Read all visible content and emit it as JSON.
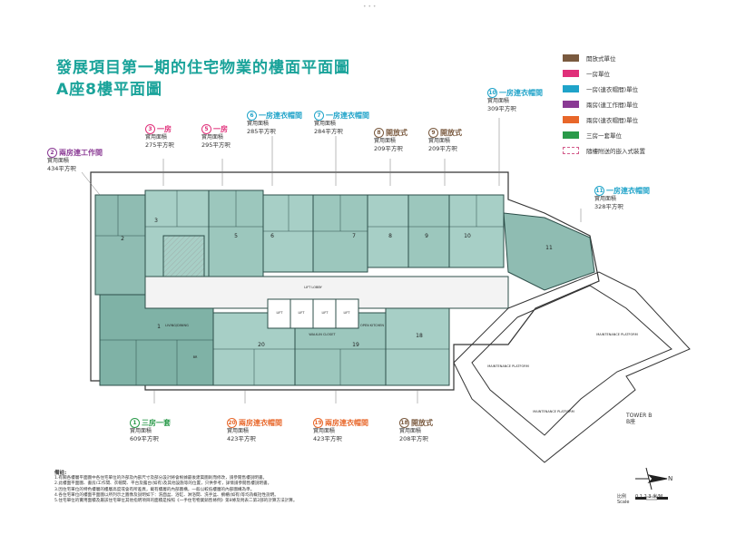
{
  "header": {
    "dots": "• • •",
    "title_line1": "發展項目第一期的住宅物業的樓面平面圖",
    "title_line2": "A座8樓平面圖"
  },
  "legend": {
    "items": [
      {
        "color": "#7a5a3f",
        "label": "開放式單位"
      },
      {
        "color": "#e0307a",
        "label": "一房單位"
      },
      {
        "color": "#1fa3c9",
        "label": "一房(連衣帽間)單位"
      },
      {
        "color": "#8a3a94",
        "label": "兩房(連工作間)單位"
      },
      {
        "color": "#e8672a",
        "label": "兩房(連衣帽間)單位"
      },
      {
        "color": "#2a9a4a",
        "label": "三房一套單位"
      },
      {
        "color": "",
        "label": "隨樓附送的嵌入式裝置"
      }
    ]
  },
  "units": [
    {
      "num": "2",
      "title": "兩房連工作間",
      "area_label": "實用面積",
      "area": "434平方呎",
      "color": "#8a3a94"
    },
    {
      "num": "3",
      "title": "一房",
      "area_label": "實用面積",
      "area": "275平方呎",
      "color": "#e0307a"
    },
    {
      "num": "5",
      "title": "一房",
      "area_label": "實用面積",
      "area": "295平方呎",
      "color": "#e0307a"
    },
    {
      "num": "6",
      "title": "一房連衣帽間",
      "area_label": "實用面積",
      "area": "285平方呎",
      "color": "#1fa3c9"
    },
    {
      "num": "7",
      "title": "一房連衣帽間",
      "area_label": "實用面積",
      "area": "284平方呎",
      "color": "#1fa3c9"
    },
    {
      "num": "8",
      "title": "開放式",
      "area_label": "實用面積",
      "area": "209平方呎",
      "color": "#7a5a3f"
    },
    {
      "num": "9",
      "title": "開放式",
      "area_label": "實用面積",
      "area": "209平方呎",
      "color": "#7a5a3f"
    },
    {
      "num": "10",
      "title": "一房連衣帽間",
      "area_label": "實用面積",
      "area": "309平方呎",
      "color": "#1fa3c9"
    },
    {
      "num": "11",
      "title": "一房連衣帽間",
      "area_label": "實用面積",
      "area": "328平方呎",
      "color": "#1fa3c9"
    },
    {
      "num": "1",
      "title": "三房一套",
      "area_label": "實用面積",
      "area": "609平方呎",
      "color": "#2a9a4a"
    },
    {
      "num": "20",
      "title": "兩房連衣帽間",
      "area_label": "實用面積",
      "area": "423平方呎",
      "color": "#e8672a"
    },
    {
      "num": "19",
      "title": "兩房連衣帽間",
      "area_label": "實用面積",
      "area": "423平方呎",
      "color": "#e8672a"
    },
    {
      "num": "18",
      "title": "開放式",
      "area_label": "實用面積",
      "area": "208平方呎",
      "color": "#7a5a3f"
    }
  ],
  "plan_labels": {
    "lift_lobby": "LIFT LOBBY",
    "lift": "LIFT",
    "living": "LIVING/DINING",
    "bedroom": "BR",
    "walk_in": "WALK-IN CLOSET",
    "open_kitchen": "OPEN KITCHEN",
    "maintenance": "MAINTENANCE PLATFORM",
    "unit_numbers_top": [
      "2",
      "3",
      "5",
      "6",
      "7",
      "8",
      "9",
      "10",
      "11"
    ],
    "unit_numbers_bottom": [
      "1",
      "20",
      "19",
      "18"
    ]
  },
  "tower": {
    "line1": "TOWER B",
    "line2": "B座"
  },
  "north": "N",
  "scale": {
    "label1": "比例",
    "label2": "Scale",
    "ticks": "0   1   2   3 米/M"
  },
  "notes": {
    "title": "備註:",
    "lines": [
      "1.有關各樓層平面圖中各住宅單位的外部及內部尺寸及部分設計將會根據最後建築圖則而修改，請參閱售樓說明書。",
      "2.此樓面平面圖、書房/工作間、衣帽間、平台及露台(如有)及其他設施等的位置，只供參考，詳情請參閱售樓說明書。",
      "3.因住宅單位的特色樓層的樓層高度或會有所差異，載有樓層的內部圖構，一般以較低樓層的內部圖構為準。",
      "4.各住宅單位的樓面平面圖以所列示之圖像及說明如下：洗面盆、浴缸、淋浴間、洗手盆、櫥櫃(如有)等均為概括性說明。",
      "5.住宅單位的實用面積及屬該住宅單位其他指明項目的面積是按照《一手住宅物業銷售條例》第8條及附表二第2部的計算方法計算。"
    ]
  }
}
